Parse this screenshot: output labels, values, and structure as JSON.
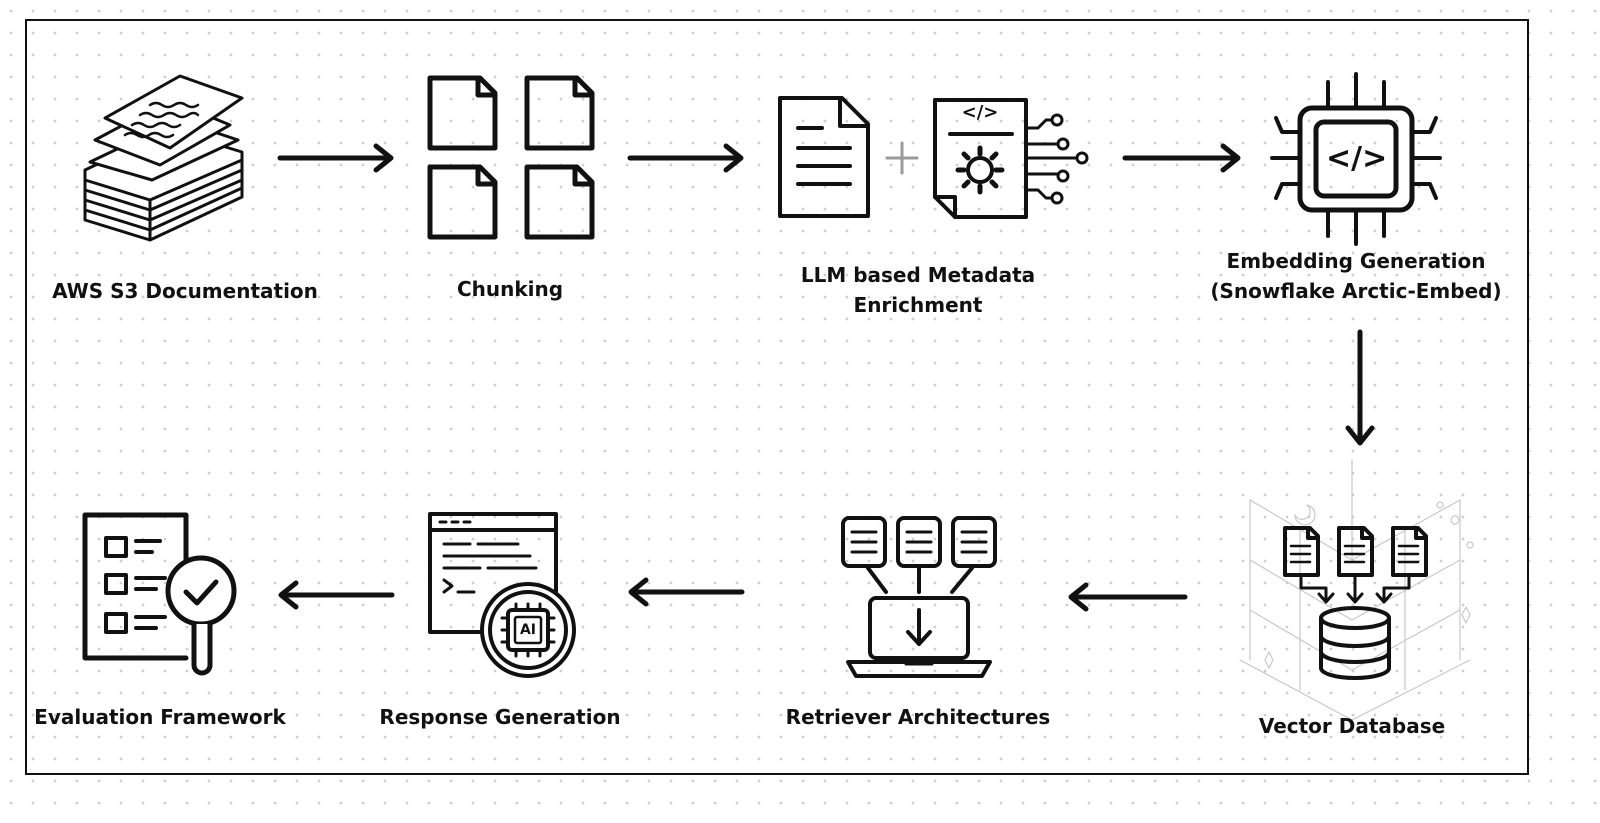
{
  "steps": {
    "docs": "AWS S3 Documentation",
    "chunking": "Chunking",
    "metadata_line1": "LLM based Metadata",
    "metadata_line2": "Enrichment",
    "embedding_line1": "Embedding Generation",
    "embedding_line2": "(Snowflake Arctic-Embed)",
    "vector_db": "Vector Database",
    "retriever": "Retriever Architectures",
    "response": "Response Generation",
    "evaluation": "Evaluation Framework"
  },
  "icons": {
    "code_tag": "</>",
    "ai_chip": "AI"
  },
  "colors": {
    "ink": "#111111",
    "background": "#ffffff",
    "dots": "#cfcfcf"
  }
}
